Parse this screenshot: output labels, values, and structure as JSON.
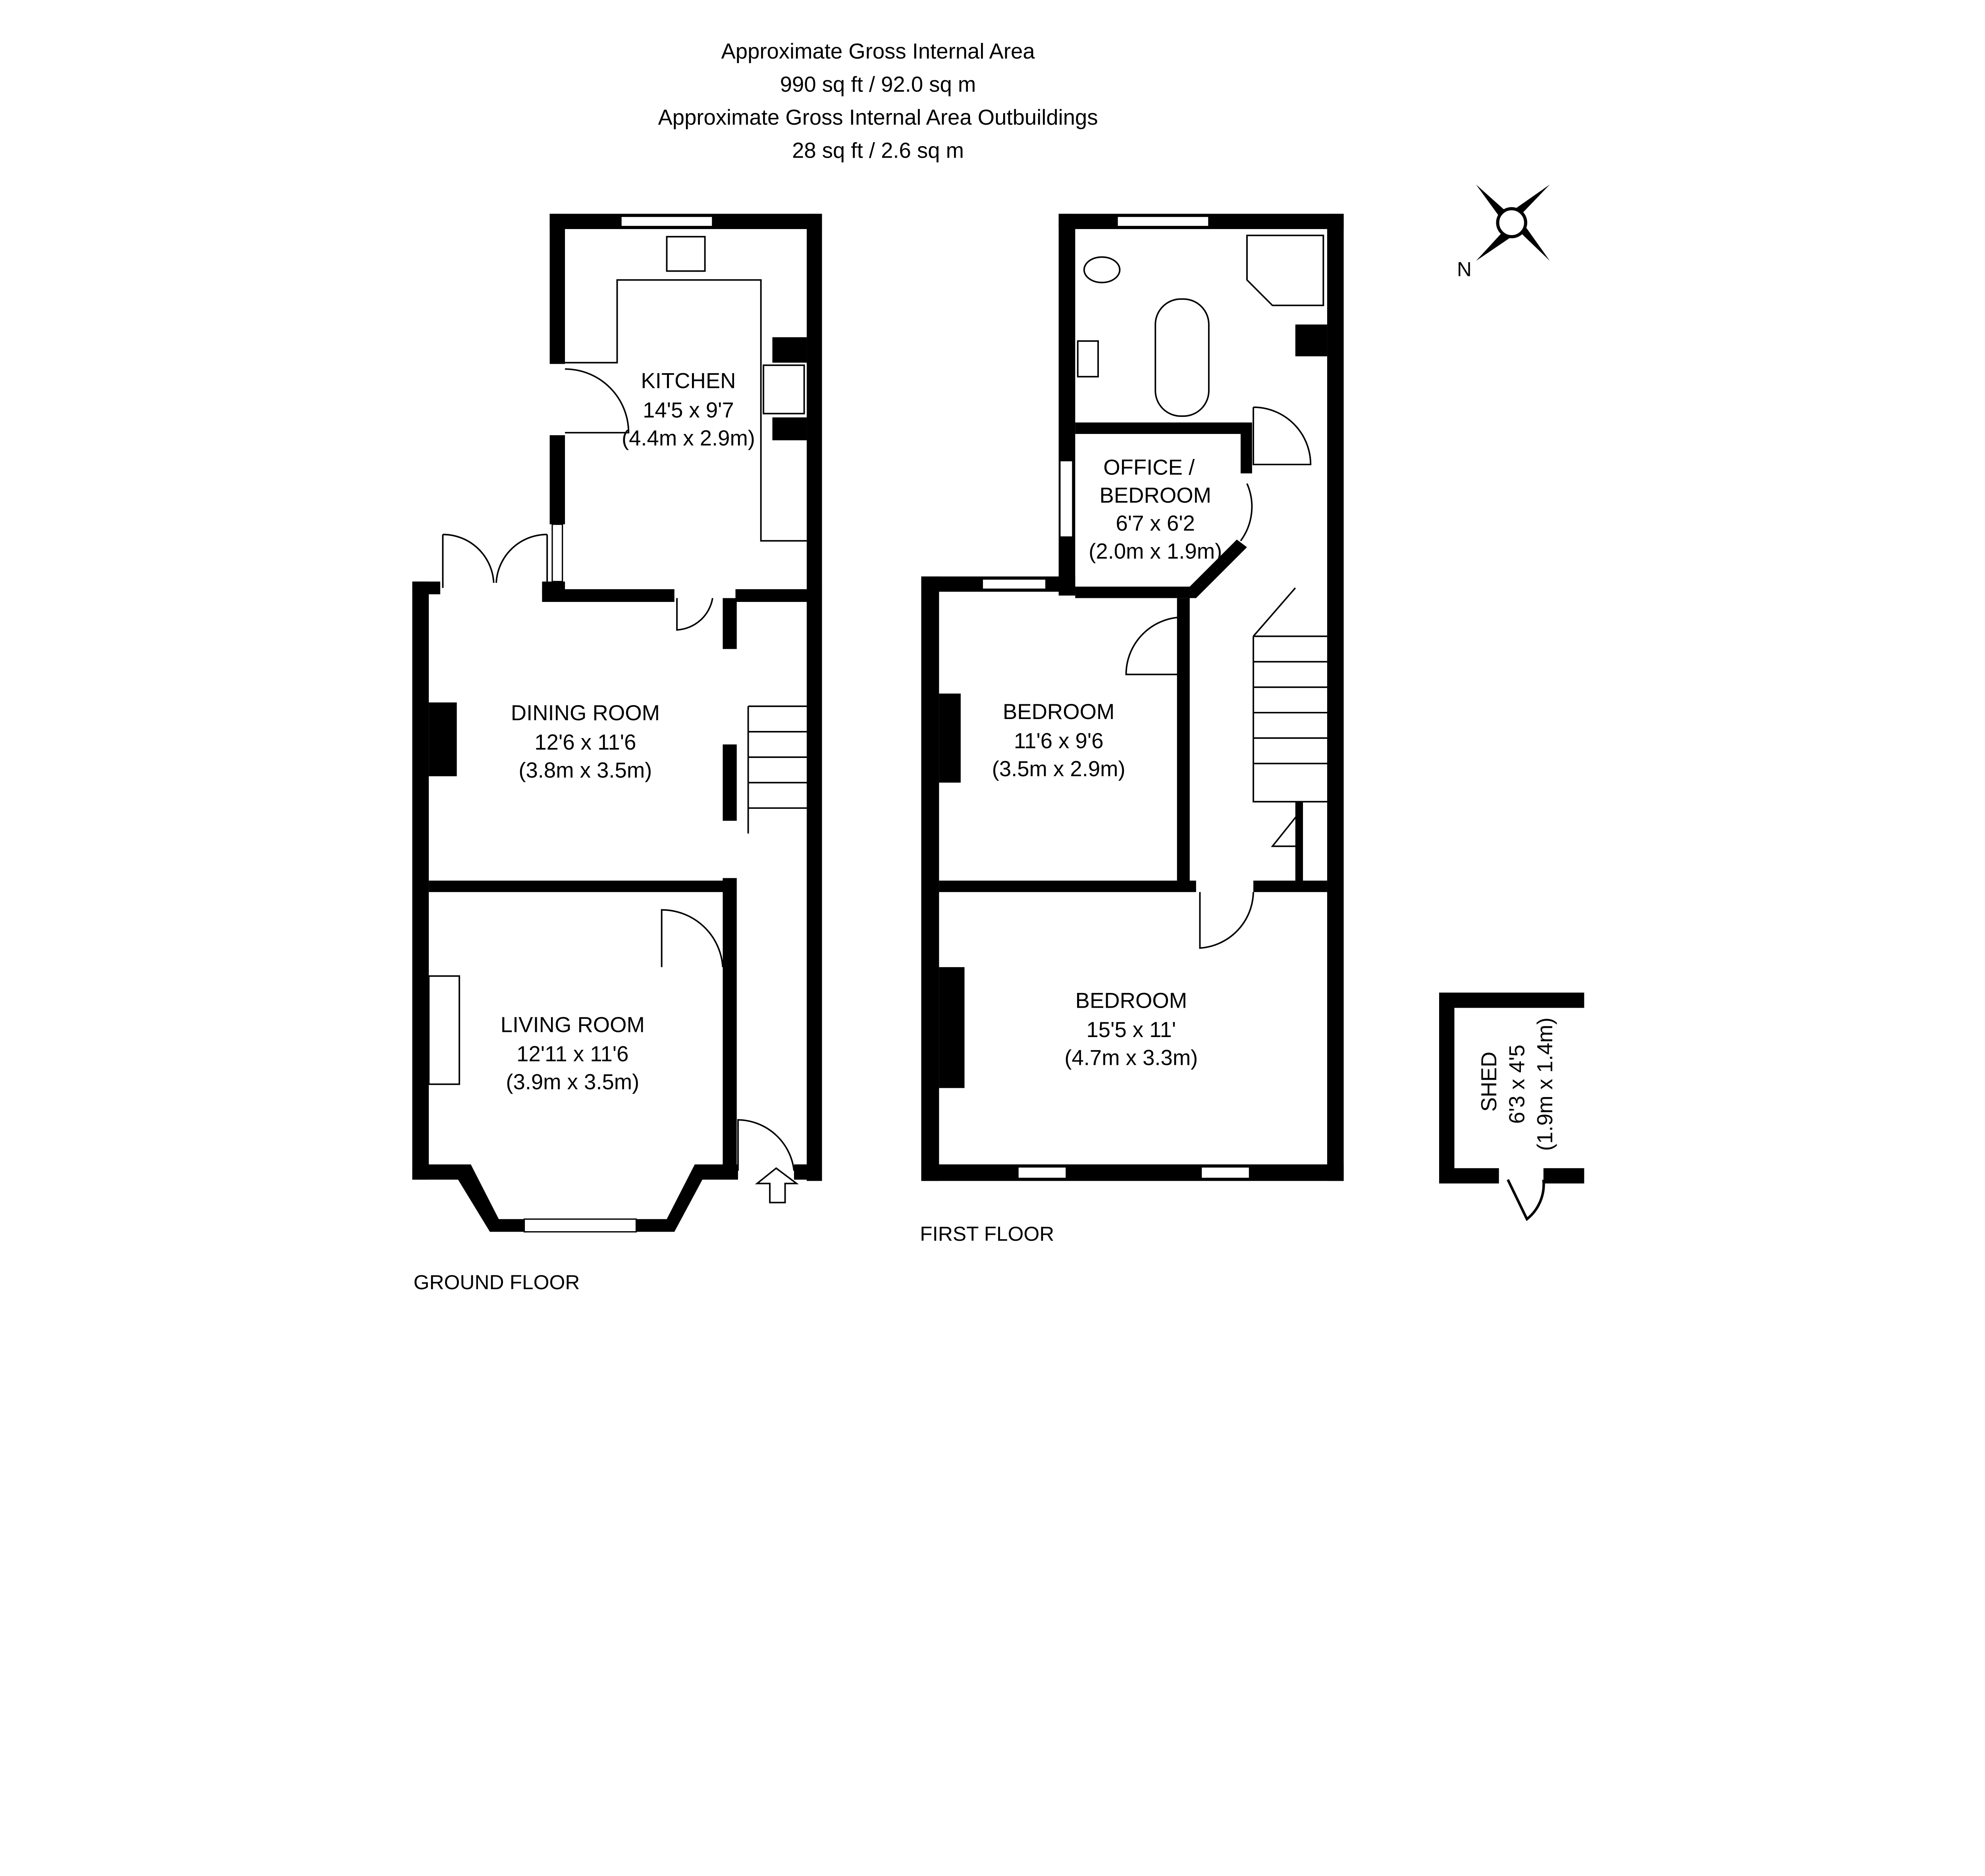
{
  "header": {
    "line1": "Approximate Gross Internal Area",
    "line2": "990 sq ft / 92.0 sq m",
    "line3": "Approximate Gross Internal Area Outbuildings",
    "line4": "28 sq ft / 2.6 sq m"
  },
  "compass": {
    "label": "N"
  },
  "ground_floor": {
    "label": "GROUND FLOOR",
    "rooms": [
      {
        "name": "KITCHEN",
        "imperial": "14'5 x 9'7",
        "metric": "(4.4m x 2.9m)"
      },
      {
        "name": "DINING ROOM",
        "imperial": "12'6 x 11'6",
        "metric": "(3.8m x 3.5m)"
      },
      {
        "name": "LIVING ROOM",
        "imperial": "12'11 x 11'6",
        "metric": "(3.9m x 3.5m)"
      }
    ]
  },
  "first_floor": {
    "label": "FIRST FLOOR",
    "rooms": [
      {
        "name": "OFFICE /",
        "name2": "BEDROOM",
        "imperial": "6'7 x 6'2",
        "metric": "(2.0m x 1.9m)"
      },
      {
        "name": "BEDROOM",
        "imperial": "11'6 x 9'6",
        "metric": "(3.5m x 2.9m)"
      },
      {
        "name": "BEDROOM",
        "imperial": "15'5 x 11'",
        "metric": "(4.7m x 3.3m)"
      }
    ]
  },
  "outbuilding": {
    "name": "SHED",
    "imperial": "6'3 x 4'5",
    "metric": "(1.9m x 1.4m)"
  }
}
